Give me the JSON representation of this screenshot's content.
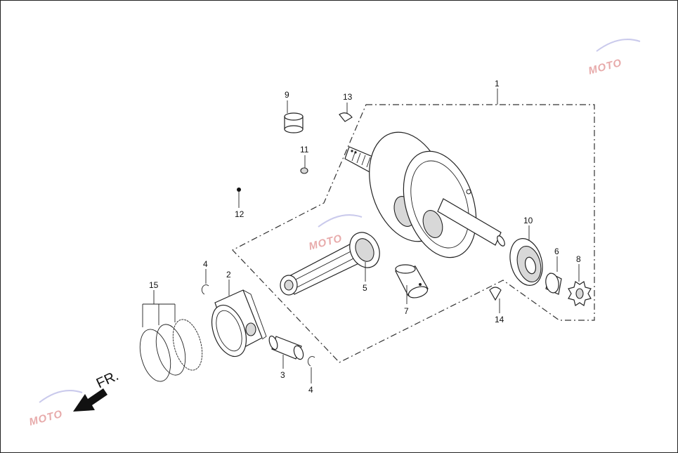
{
  "callouts": {
    "c1": "1",
    "c2": "2",
    "c3": "3",
    "c4a": "4",
    "c4b": "4",
    "c5": "5",
    "c6": "6",
    "c7": "7",
    "c8": "8",
    "c9": "9",
    "c10": "10",
    "c11": "11",
    "c12": "12",
    "c13": "13",
    "c14": "14",
    "c15": "15"
  },
  "direction_label": "FR.",
  "watermark": {
    "text": "MOTO",
    "color": "#cc4444"
  }
}
